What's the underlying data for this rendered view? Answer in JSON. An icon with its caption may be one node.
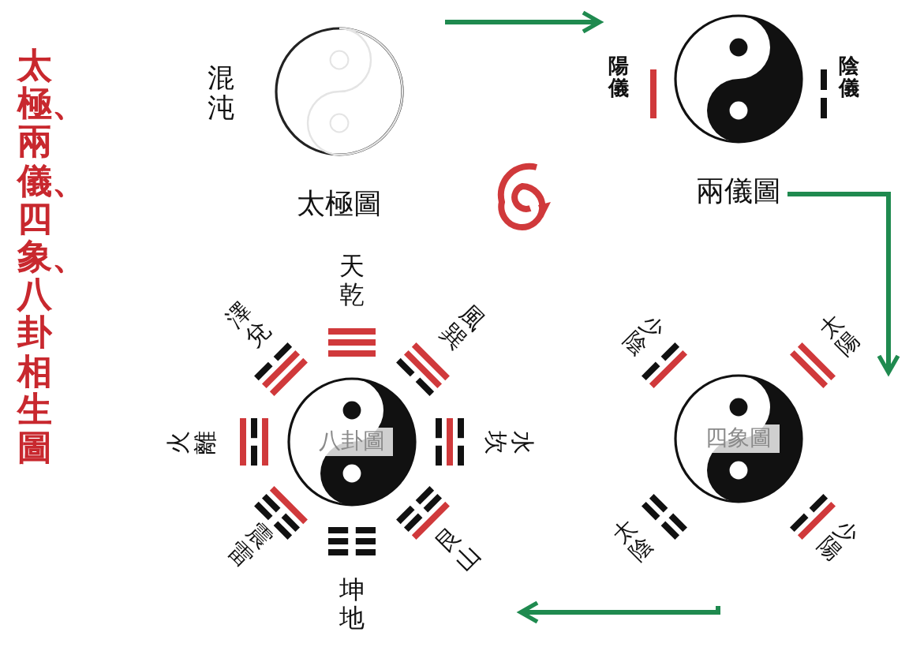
{
  "diagram": {
    "title": "太極、兩儀、四象、八卦相生圖",
    "nodes": [
      {
        "text": [
          "太極圖"
        ]
      },
      {
        "text": [
          "兩儀圖"
        ]
      },
      {
        "text": [
          "四象圖"
        ]
      },
      {
        "text": [
          "八卦圖"
        ]
      }
    ],
    "edges": [
      {
        "from": 0,
        "to": 1,
        "arrow": "to"
      },
      {
        "from": 1,
        "to": 2,
        "arrow": "to"
      },
      {
        "from": 2,
        "to": 3,
        "arrow": "to"
      }
    ],
    "labels": [
      "混沌",
      "陽儀",
      "陰儀",
      "天乾",
      "澤兌",
      "風巽",
      "火離",
      "水坎",
      "震雷",
      "艮山",
      "坤地",
      "少陰",
      "太陽",
      "太陰",
      "少陽"
    ]
  }
}
